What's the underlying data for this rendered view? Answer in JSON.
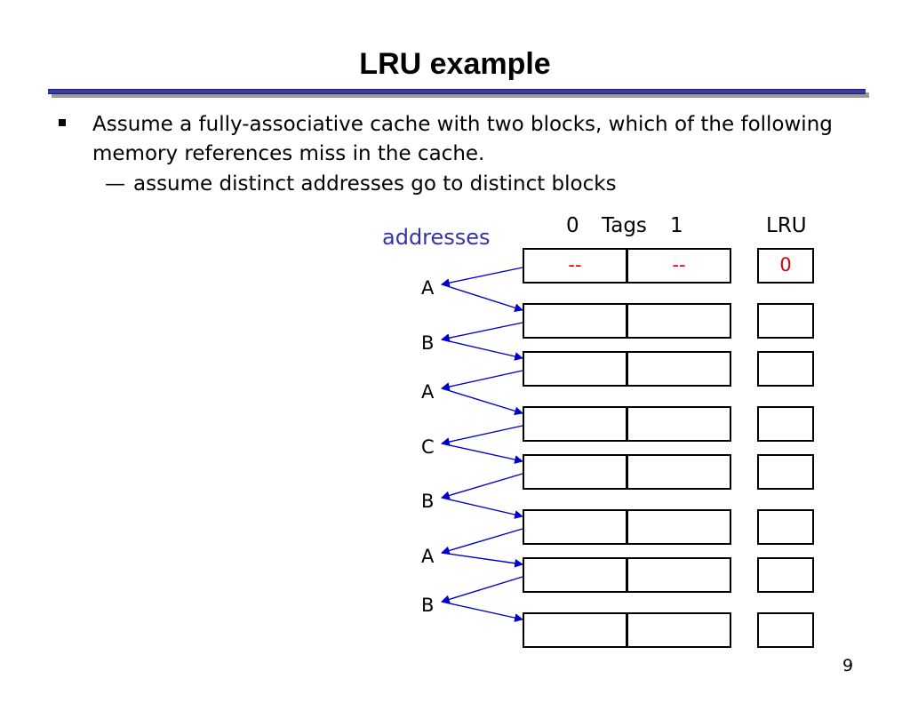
{
  "slide": {
    "title": "LRU example",
    "bullet": "Assume a fully-associative cache with two blocks, which of the following memory references miss in the cache.",
    "sub_dash": "—",
    "sub_bullet": "assume distinct addresses go to distinct blocks",
    "page_number": "9"
  },
  "diagram": {
    "addresses_label": "addresses",
    "col_0": "0",
    "col_tags": "Tags",
    "col_1": "1",
    "col_lru": "LRU",
    "initial": {
      "tag0": "--",
      "tag1": "--",
      "lru": "0"
    },
    "references": [
      "A",
      "B",
      "A",
      "C",
      "B",
      "A",
      "B"
    ]
  },
  "colors": {
    "title_rule": "#3a3aa0",
    "addresses_label": "#3333b0",
    "arrow": "#0000cc",
    "initial_values": "#e00000"
  }
}
